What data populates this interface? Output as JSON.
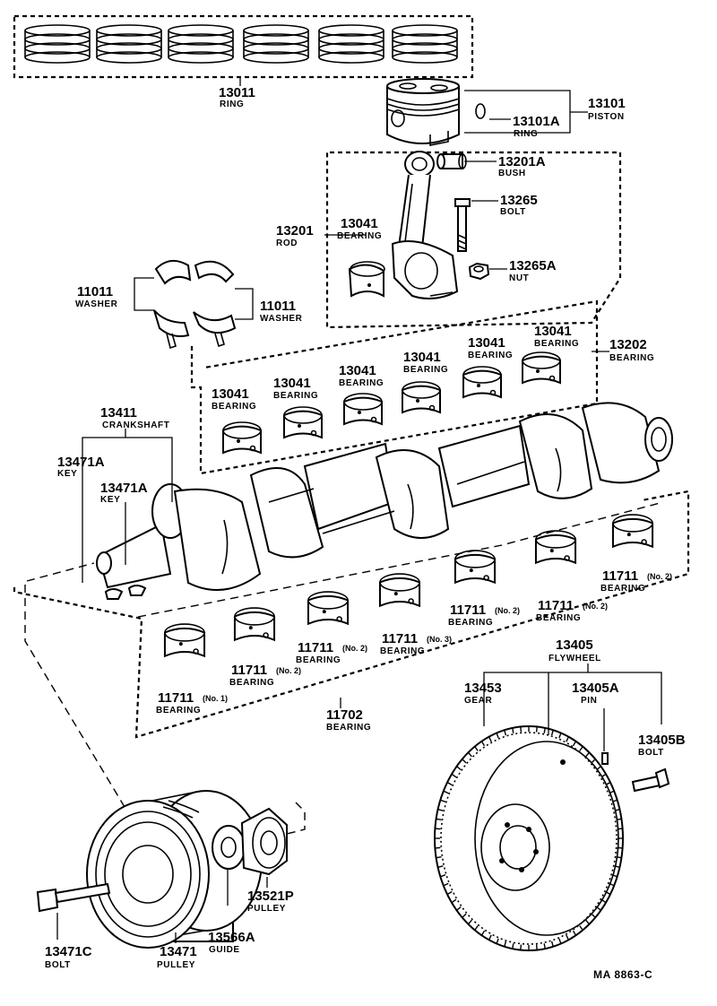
{
  "ring_set": {
    "number": "13011",
    "name": "RING"
  },
  "piston": {
    "number": "13101",
    "name": "PISTON"
  },
  "piston_ring": {
    "number": "13101A",
    "name": "RING"
  },
  "bush": {
    "number": "13201A",
    "name": "BUSH"
  },
  "rod_bolt": {
    "number": "13265",
    "name": "BOLT"
  },
  "rod": {
    "number": "13201",
    "name": "ROD"
  },
  "rod_bearing": {
    "number": "13041",
    "name": "BEARING"
  },
  "rod_nut": {
    "number": "13265A",
    "name": "NUT"
  },
  "washer_left": {
    "number": "11011",
    "name": "WASHER"
  },
  "washer_right": {
    "number": "11011",
    "name": "WASHER"
  },
  "bearing_set_upper": {
    "number": "13202",
    "name": "BEARING"
  },
  "crankshaft": {
    "number": "13411",
    "name": "CRANKSHAFT"
  },
  "key_left": {
    "number": "13471A",
    "name": "KEY"
  },
  "key_right": {
    "number": "13471A",
    "name": "KEY"
  },
  "main_bearings": [
    {
      "number": "11711",
      "suffix": "(No. 1)",
      "name": "BEARING"
    },
    {
      "number": "11711",
      "suffix": "(No. 2)",
      "name": "BEARING"
    },
    {
      "number": "11711",
      "suffix": "(No. 2)",
      "name": "BEARING"
    },
    {
      "number": "11711",
      "suffix": "(No. 3)",
      "name": "BEARING"
    },
    {
      "number": "11711",
      "suffix": "(No. 2)",
      "name": "BEARING"
    },
    {
      "number": "11711",
      "suffix": "(No. 2)",
      "name": "BEARING"
    },
    {
      "number": "11711",
      "suffix": "(No. 2)",
      "name": "BEARING"
    }
  ],
  "bearing_set_lower": {
    "number": "11702",
    "name": "BEARING"
  },
  "flywheel": {
    "number": "13405",
    "name": "FLYWHEEL"
  },
  "gear": {
    "number": "13453",
    "name": "GEAR"
  },
  "pin": {
    "number": "13405A",
    "name": "PIN"
  },
  "flywheel_bolt": {
    "number": "13405B",
    "name": "BOLT"
  },
  "pulley_bolt": {
    "number": "13471C",
    "name": "BOLT"
  },
  "pulley": {
    "number": "13471",
    "name": "PULLEY"
  },
  "guide": {
    "number": "13566A",
    "name": "GUIDE"
  },
  "timing_pulley": {
    "number": "13521P",
    "name": "PULLEY"
  },
  "drawing_code": "MA  8863-C"
}
